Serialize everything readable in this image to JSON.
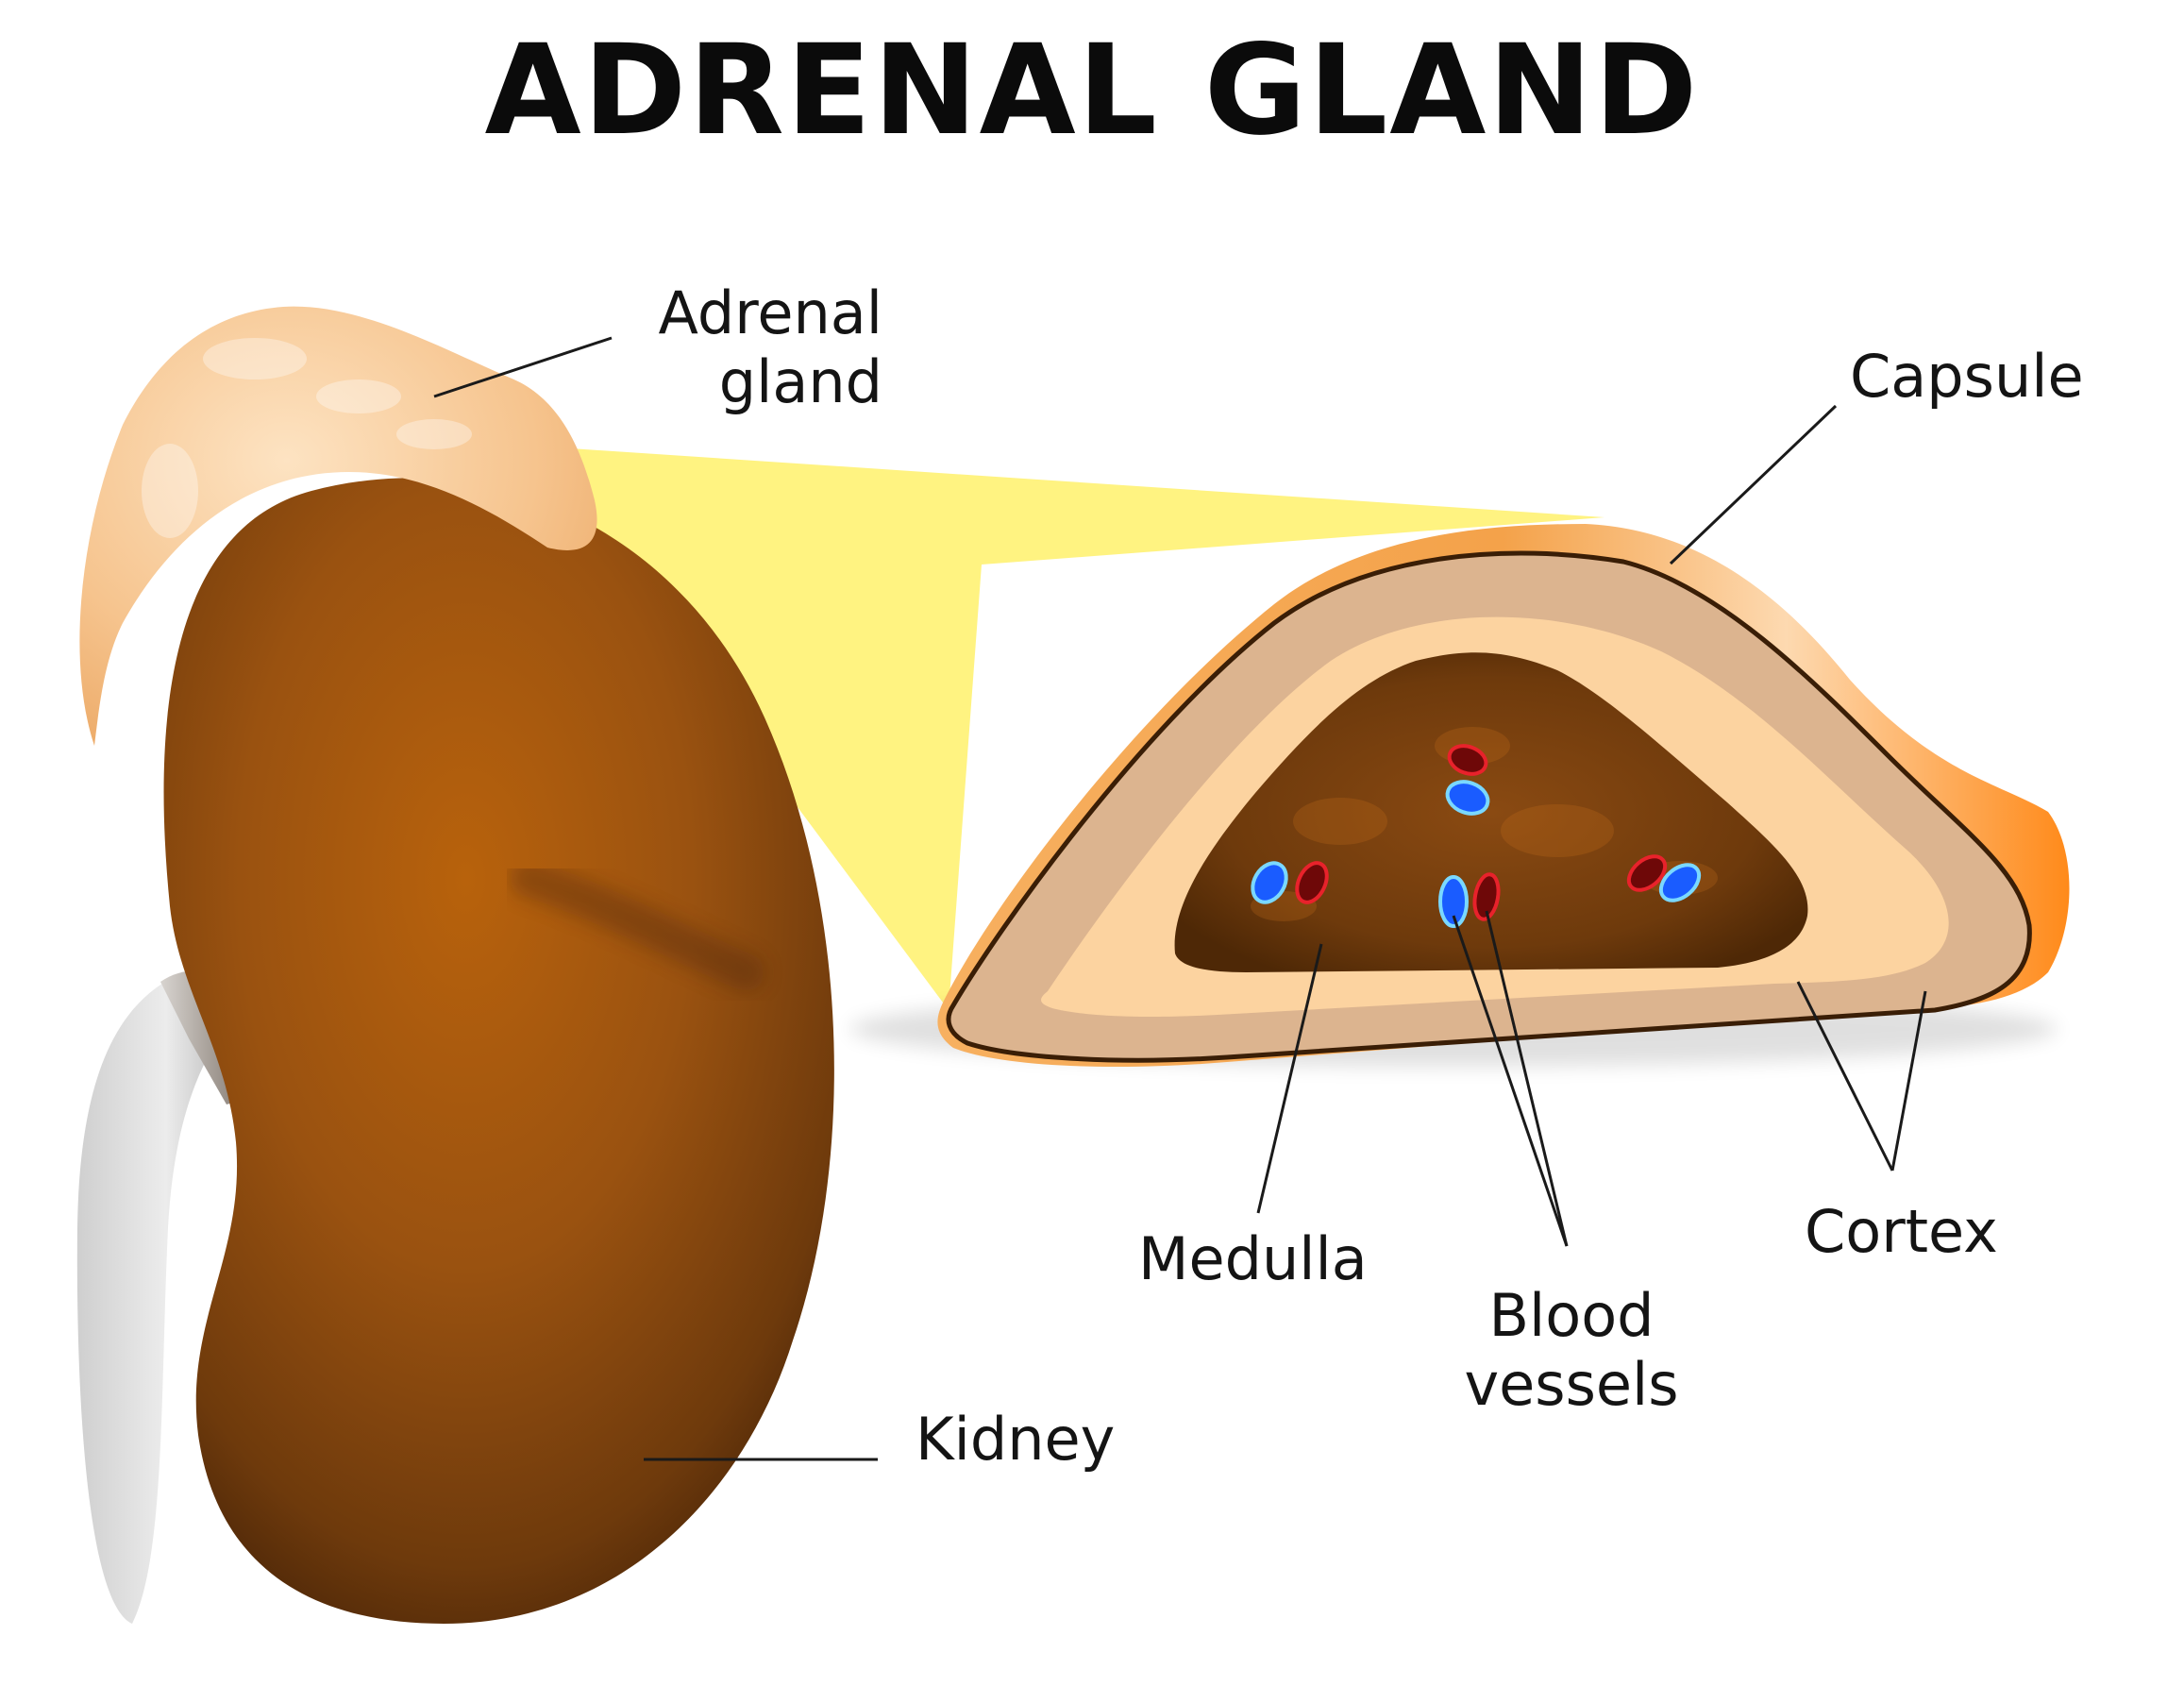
{
  "title": "ADRENAL GLAND",
  "labels": {
    "adrenal_gland": "Adrenal\ngland",
    "capsule": "Capsule",
    "medulla": "Medulla",
    "blood_vessels": "Blood\nvessels",
    "cortex": "Cortex",
    "kidney": "Kidney"
  },
  "colors": {
    "kidney": "#a85a10",
    "kidney_dark": "#4a2408",
    "adrenal": "#f6c48e",
    "zoom_beam": "#fff27a",
    "capsule_orange": "#ff8a1a",
    "cortex_outer": "#dcb48f",
    "cortex_inner": "#fcd3a0",
    "medulla": "#6e3a0c",
    "vein": "#1a5cff",
    "artery": "#8a0a0a"
  }
}
